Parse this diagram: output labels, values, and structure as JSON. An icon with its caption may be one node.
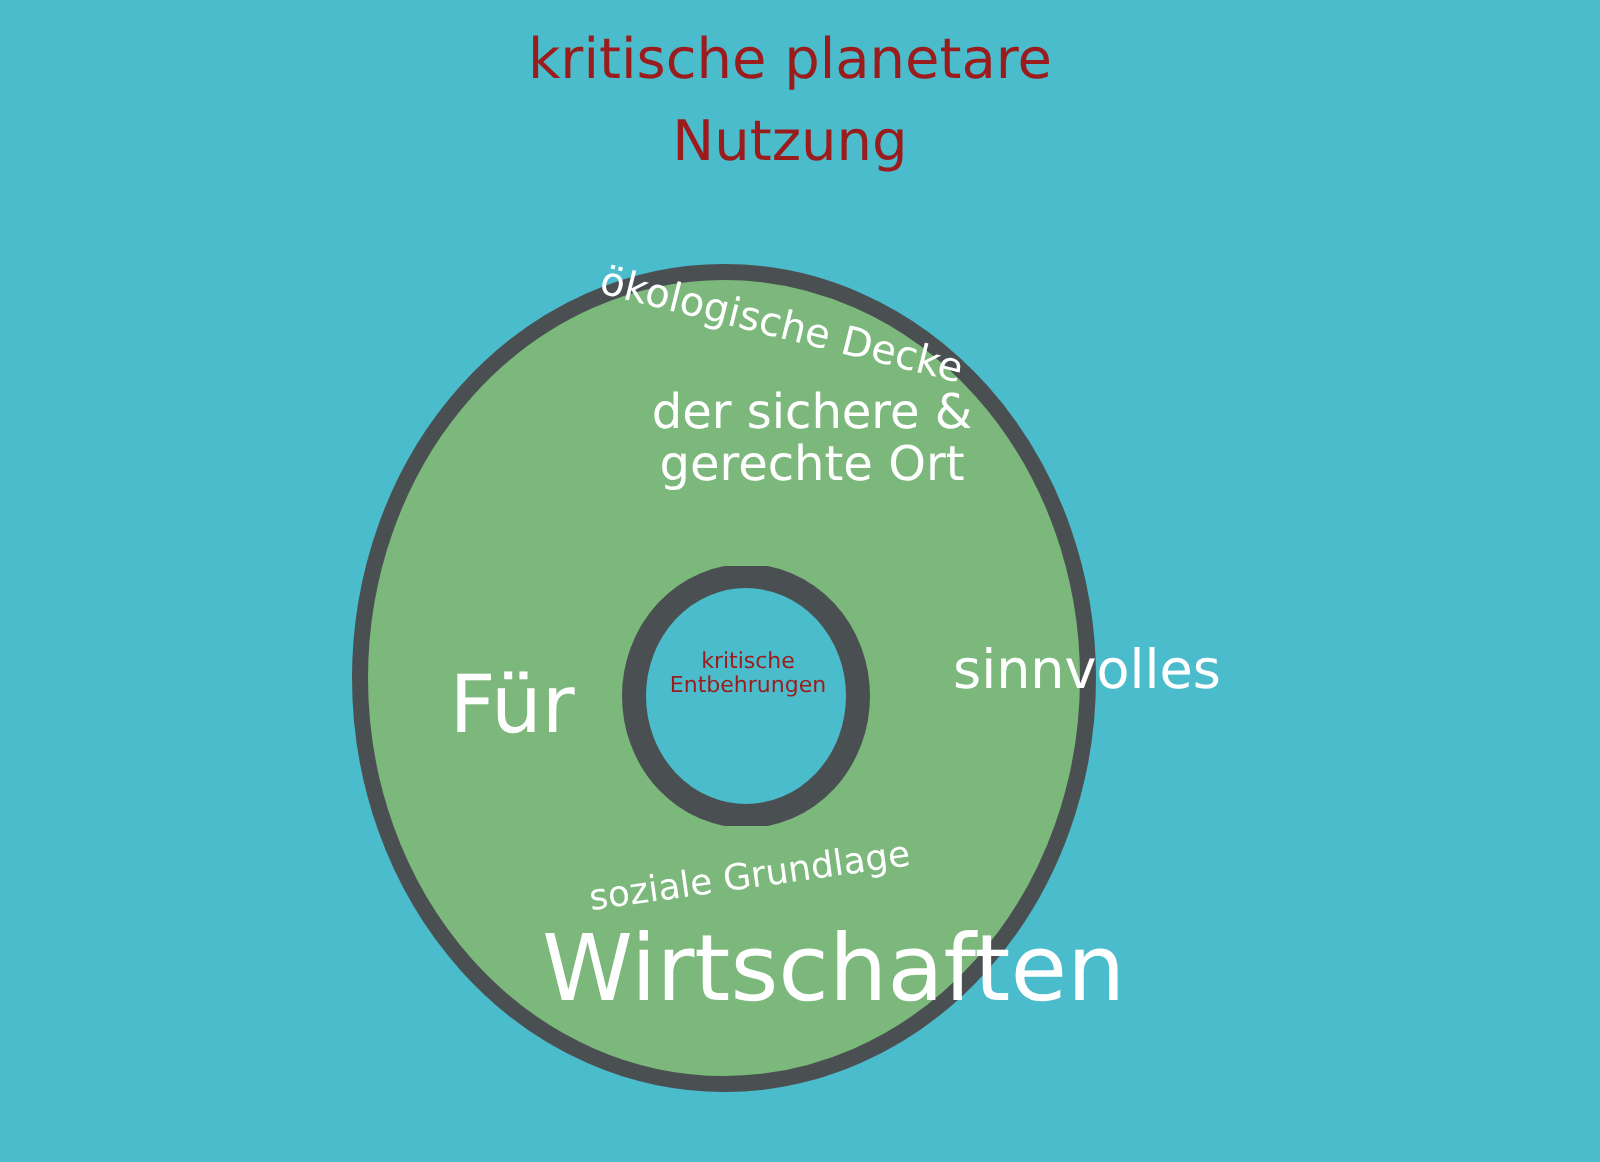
{
  "diagram": {
    "nodes": [
      {
        "text": [
          "ökologische Decke",
          "der sichere & gerechte Ort",
          "Für",
          "sinnvolles",
          "soziale Grundlage",
          "Wirtschaften"
        ]
      },
      {
        "text": [
          "kritische Entbehrungen"
        ],
        "in": 0
      }
    ],
    "edges": [],
    "labels": [
      "kritische planetare Nutzung"
    ]
  }
}
